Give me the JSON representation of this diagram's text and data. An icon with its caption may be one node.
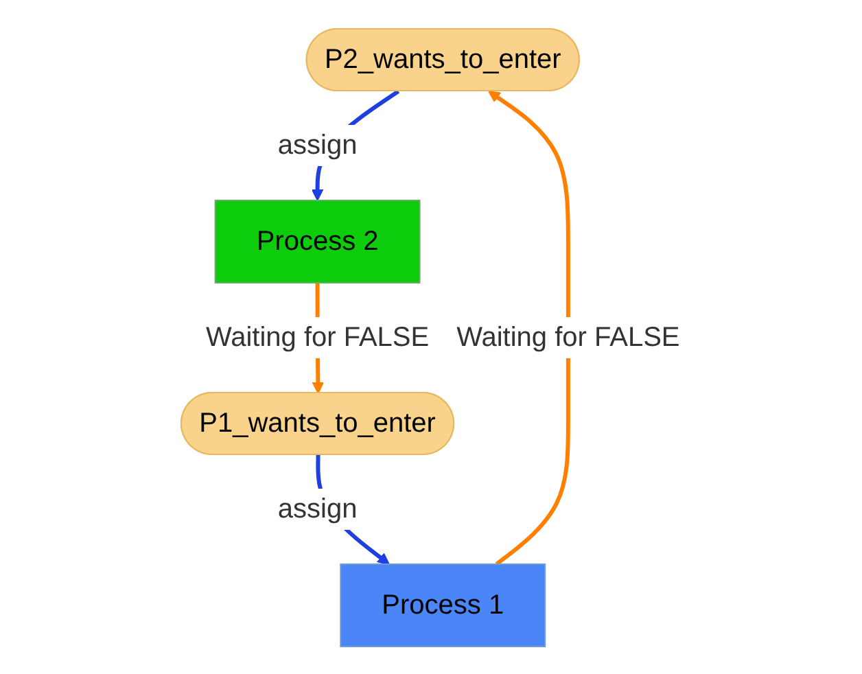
{
  "diagram": {
    "nodes": [
      {
        "text": [
          "P2_wants_to_enter"
        ]
      },
      {
        "text": [
          "Process 1"
        ]
      },
      {
        "text": [
          "Process 2"
        ]
      },
      {
        "text": [
          "P1_wants_to_enter"
        ]
      }
    ],
    "edges": [
      {
        "from": 1,
        "to": 0,
        "arrow": "to",
        "label": "Waiting for FALSE",
        "color": "#ff8000"
      },
      {
        "from": 0,
        "to": 2,
        "arrow": "to",
        "label": "assign",
        "color": "#1f3fe0"
      },
      {
        "from": 2,
        "to": 3,
        "arrow": "to",
        "label": "Waiting for FALSE",
        "color": "#ff8000"
      },
      {
        "from": 3,
        "to": 1,
        "arrow": "to",
        "label": "assign",
        "color": "#1f3fe0"
      }
    ]
  }
}
